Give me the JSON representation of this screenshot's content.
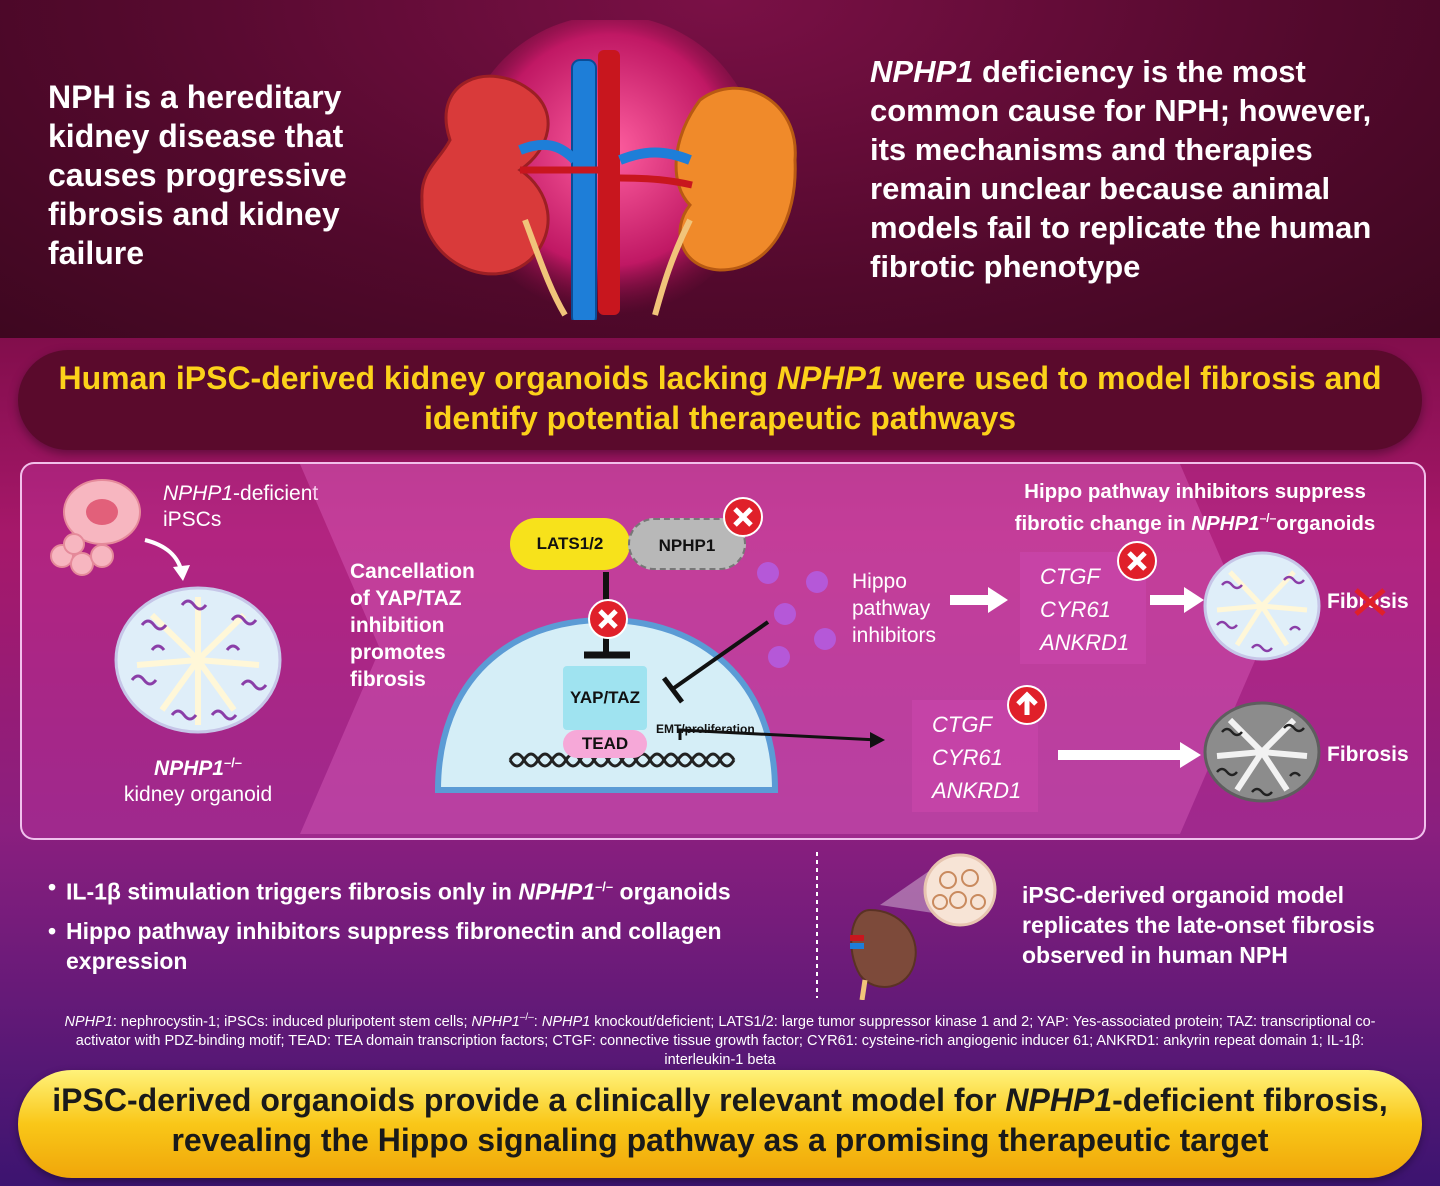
{
  "top": {
    "left_text": "NPH is a hereditary kidney disease that causes progressive fibrosis and kidney failure",
    "right_gene": "NPHP1",
    "right_text": " deficiency is the most common cause for NPH; however, its mechanisms and therapies remain unclear because animal models fail to replicate the human fibrotic phenotype"
  },
  "banner": {
    "part1": "Human iPSC-derived kidney organoids lacking ",
    "gene": "NPHP1",
    "part2": " were used to model fibrosis and identify potential therapeutic pathways"
  },
  "diagram": {
    "ipsc_gene": "NPHP1",
    "ipsc_suffix": "-deficient",
    "ipsc_line2": "iPSCs",
    "organoid_gene": "NPHP1",
    "organoid_sup": "–/–",
    "organoid_line2": "kidney organoid",
    "cancel_text": [
      "Cancellation",
      "of YAP/TAZ",
      "inhibition",
      "promotes",
      "fibrosis"
    ],
    "lats": "LATS1/2",
    "nphp1": "NPHP1",
    "yap": "YAP/TAZ",
    "tead": "TEAD",
    "emt": "EMT/proliferation",
    "inhibitors": [
      "Hippo",
      "pathway",
      "inhibitors"
    ],
    "suppress_line1": "Hippo pathway inhibitors suppress",
    "suppress_line2a": "fibrotic change in ",
    "suppress_gene": "NPHP1",
    "suppress_sup": "–/–",
    "suppress_line2b": "organoids",
    "genes": [
      "CTGF",
      "CYR61",
      "ANKRD1"
    ],
    "fibrosis_crossed": "Fibrosis",
    "fibrosis": "Fibrosis"
  },
  "bullets": {
    "b1_pre": "IL-1β stimulation triggers fibrosis only in ",
    "b1_gene": "NPHP1",
    "b1_sup": "–/–",
    "b1_post": " organoids",
    "b2": "Hippo pathway inhibitors suppress fibronectin and collagen expression"
  },
  "conclusion_side": "iPSC-derived organoid model replicates the late-onset fibrosis observed in human NPH",
  "abbreviations": {
    "g1": "NPHP1",
    "t1": ": nephrocystin-1; iPSCs: induced pluripotent stem cells; ",
    "g2": "NPHP1",
    "sup2": "–/–",
    "t2": ": ",
    "g3": "NPHP1",
    "t3": " knockout/deficient; LATS1/2: large tumor suppressor kinase 1 and 2; YAP: Yes-associated protein; TAZ: transcriptional co-activator with PDZ-binding motif; TEAD: TEA domain transcription factors; CTGF: connective tissue growth factor; CYR61: cysteine-rich angiogenic inducer 61; ANKRD1: ankyrin repeat domain 1; IL-1β: interleukin-1 beta"
  },
  "bottom": {
    "part1": "iPSC-derived organoids provide a clinically relevant model for ",
    "gene": "NPHP1",
    "part2": "-deficient fibrosis, revealing the Hippo signaling pathway as a promising therapeutic target"
  },
  "colors": {
    "banner_text": "#fcd21a",
    "lats_fill": "#f7e21b",
    "nphp1_fill": "#b8b8b8",
    "x_red": "#e0202a",
    "yap_fill": "#9fe3f0",
    "tead_fill": "#f6a8d8"
  }
}
